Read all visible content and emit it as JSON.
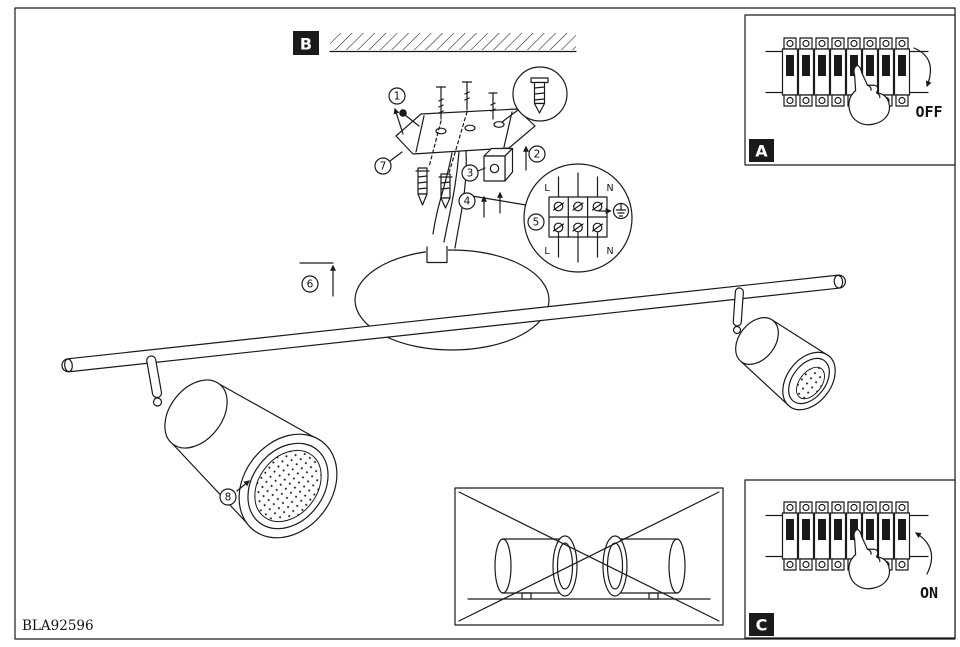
{
  "product": {
    "code": "BLA92596"
  },
  "sections": {
    "a": "A",
    "b": "B",
    "c": "C"
  },
  "breaker_panels": {
    "off_state": "OFF",
    "on_state": "ON"
  },
  "steps": {
    "s1": "1",
    "s2": "2",
    "s3": "3",
    "s4": "4",
    "s5": "5",
    "s6": "6",
    "s7": "7",
    "s8": "8"
  },
  "wiring": {
    "live": "L",
    "neutral": "N"
  }
}
